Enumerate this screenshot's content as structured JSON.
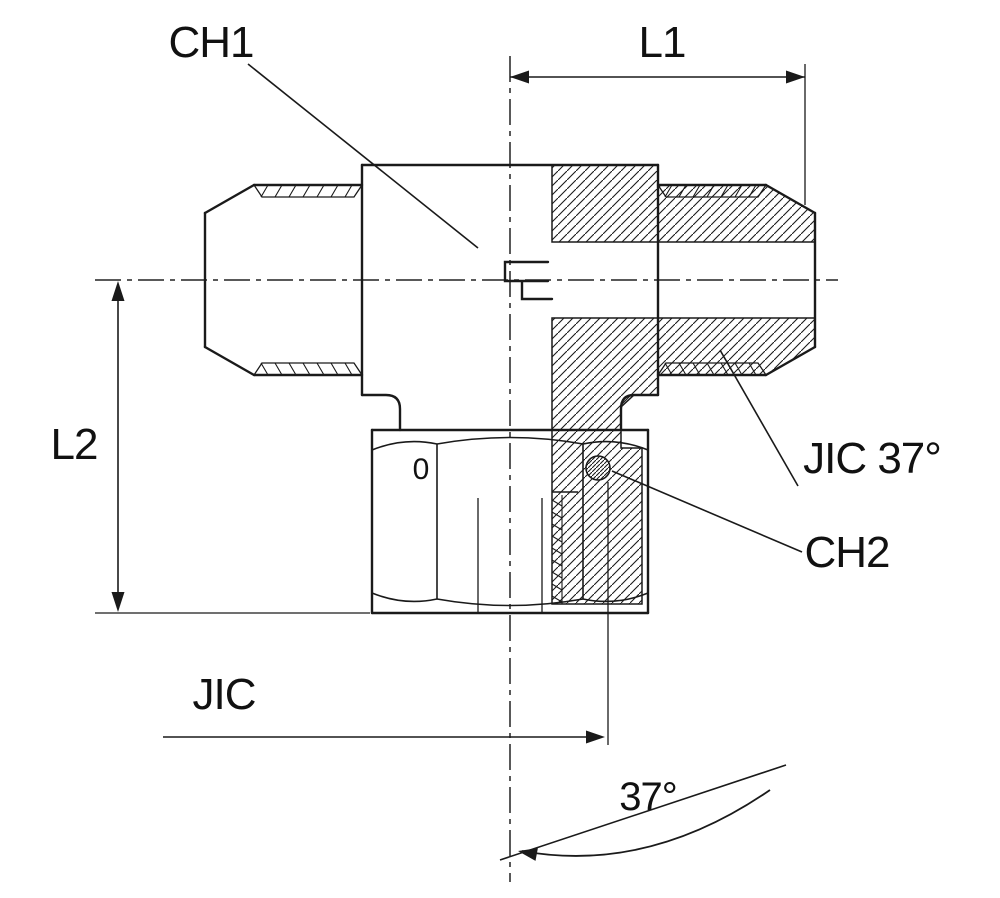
{
  "diagram": {
    "type": "technical-drawing",
    "subject": "Tee adapter fitting with male JIC 37 degree ends and female swivel nut, half-section view",
    "labels": {
      "ch1": "CH1",
      "l1": "L1",
      "l2": "L2",
      "jic": "JIC",
      "jic_37": "JIC 37°",
      "ch2": "CH2",
      "flare_angle": "37°",
      "nut_mark": "0"
    },
    "colors": {
      "line": "#1a1a1a",
      "background": "#ffffff"
    }
  }
}
